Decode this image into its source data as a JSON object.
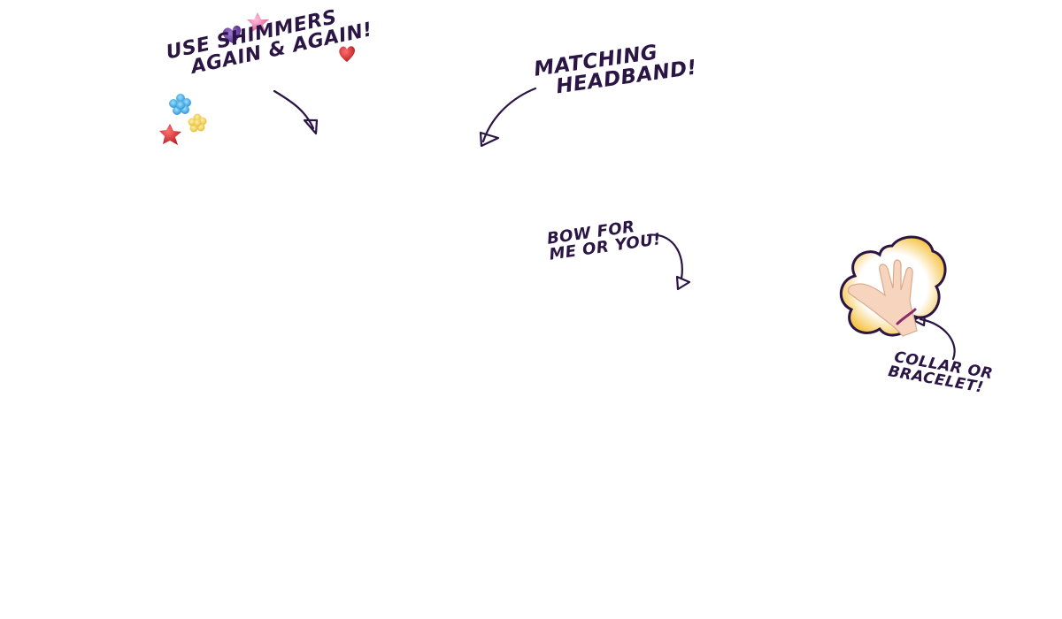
{
  "callouts": {
    "shimmers": {
      "line1": "USE SHIMMERS",
      "line2": "AGAIN & AGAIN!"
    },
    "headband": {
      "line1": "MATCHING",
      "line2": "HEADBAND!"
    },
    "bow": {
      "line1": "BOW FOR",
      "line2": "ME OR YOU!"
    },
    "collar": {
      "line1": "COLLAR OR",
      "line2": "BRACELET!"
    }
  },
  "colors": {
    "ink": "#2a1545",
    "shimmer_purple": "#6b3fa0",
    "shimmer_pink": "#e66fa6",
    "shimmer_red_heart": "#d8262a",
    "shimmer_blue": "#2aa6e6",
    "shimmer_gold": "#f0c840",
    "shimmer_red_star": "#d42020",
    "flower_border": "#2a1545",
    "flower_glow": "#f5c242",
    "skin": "#f7d4bd",
    "bracelet": "#8a2a6a"
  },
  "icons": [
    "purple-heart-shimmer-icon",
    "pink-star-shimmer-icon",
    "red-heart-shimmer-icon",
    "blue-flower-shimmer-icon",
    "gold-flower-shimmer-icon",
    "red-star-shimmer-icon",
    "arrow-icon",
    "flower-badge-icon",
    "hand-icon",
    "bracelet-icon"
  ]
}
